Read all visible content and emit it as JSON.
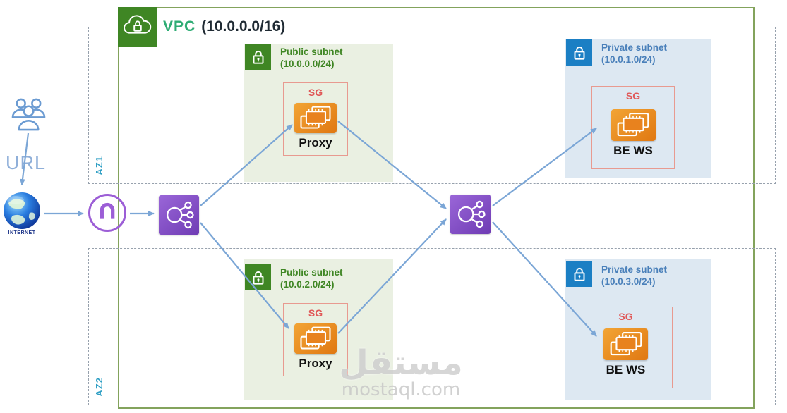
{
  "vpc": {
    "name": "VPC",
    "cidr": "(10.0.0.0/16)"
  },
  "azs": {
    "az1": "AZ1",
    "az2": "AZ2"
  },
  "subnets": {
    "az1_public": {
      "title": "Public subnet",
      "cidr": "(10.0.0.0/24)",
      "sg_label": "SG",
      "instance_label": "Proxy"
    },
    "az1_private": {
      "title": "Private subnet",
      "cidr": "(10.0.1.0/24)",
      "sg_label": "SG",
      "instance_label": "BE WS"
    },
    "az2_public": {
      "title": "Public subnet",
      "cidr": "(10.0.2.0/24)",
      "sg_label": "SG",
      "instance_label": "Proxy"
    },
    "az2_private": {
      "title": "Private subnet",
      "cidr": "(10.0.3.0/24)",
      "sg_label": "SG",
      "instance_label": "BE WS"
    }
  },
  "external": {
    "url_label": "URL",
    "internet_label": "INTERNET"
  },
  "watermark": {
    "title": "مستقل",
    "subtitle": "mostaql.com"
  },
  "icons": {
    "vpc_badge": "cloud-lock-icon",
    "public_subnet": "green-lock-icon",
    "private_subnet": "blue-lock-icon",
    "instance": "ec2-instance-icon",
    "load_balancer": "load-balancer-icon",
    "internet_gateway": "internet-gateway-icon",
    "internet": "globe-icon",
    "users": "users-icon"
  },
  "colors": {
    "vpc_border": "#83a35c",
    "vpc_green": "#3f8624",
    "vpc_name_text": "#2eac74",
    "az_dash": "#97a1ad",
    "az_label": "#2f9fc4",
    "public_subnet_bg": "#eaf0e2",
    "private_subnet_bg": "#dde8f2",
    "private_lock_bg": "#1b7fc4",
    "sg_border": "#e89a90",
    "sg_text": "#e05858",
    "ec2_orange": "#e07812",
    "lb_purple": "#7f4ac0",
    "gateway_purple": "#9c5ed6",
    "arrow_blue": "#7ba6d6",
    "url_text": "#8fafd9",
    "watermark_gray": "#cdcdcd"
  }
}
